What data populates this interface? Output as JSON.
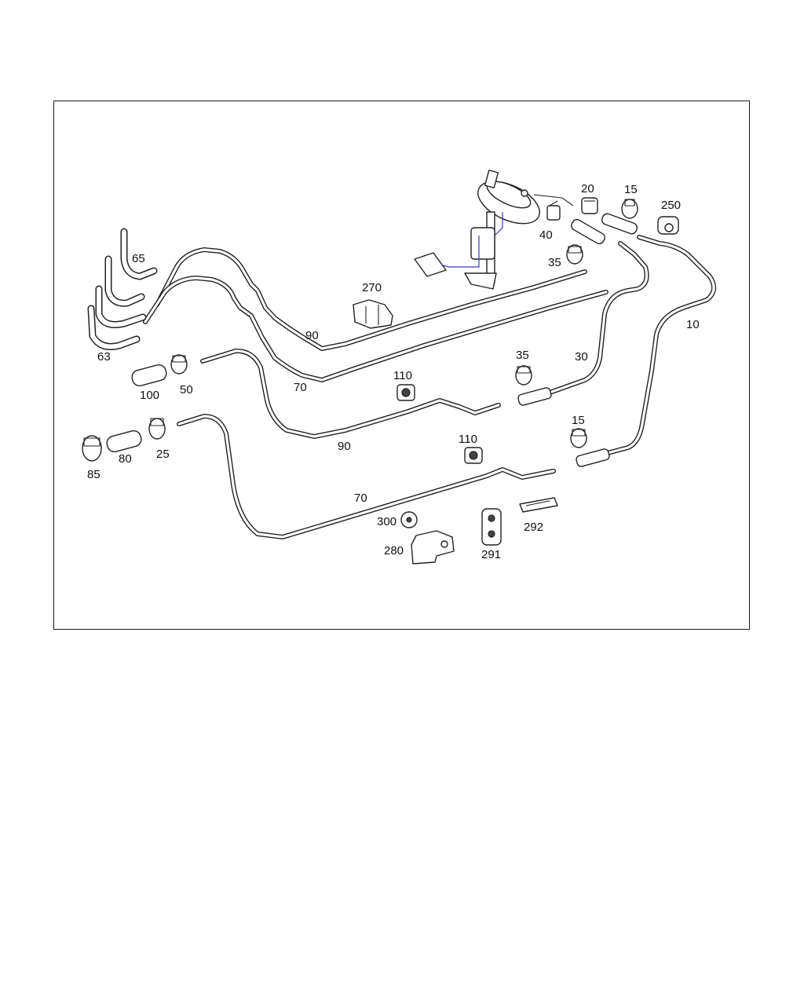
{
  "diagram": {
    "callouts": {
      "c10": "10",
      "c15a": "15",
      "c15b": "15",
      "c20": "20",
      "c25": "25",
      "c30": "30",
      "c35a": "35",
      "c35b": "35",
      "c40": "40",
      "c50": "50",
      "c63": "63",
      "c65": "65",
      "c70a": "70",
      "c70b": "70",
      "c80": "80",
      "c85": "85",
      "c90a": "90",
      "c90b": "90",
      "c100": "100",
      "c110a": "110",
      "c110b": "110",
      "c250": "250",
      "c270": "270",
      "c280": "280",
      "c291": "291",
      "c292": "292",
      "c300": "300"
    },
    "colors": {
      "line": "#222222",
      "wire": "#3a3ac0",
      "frame": "#1a1a1a"
    }
  }
}
